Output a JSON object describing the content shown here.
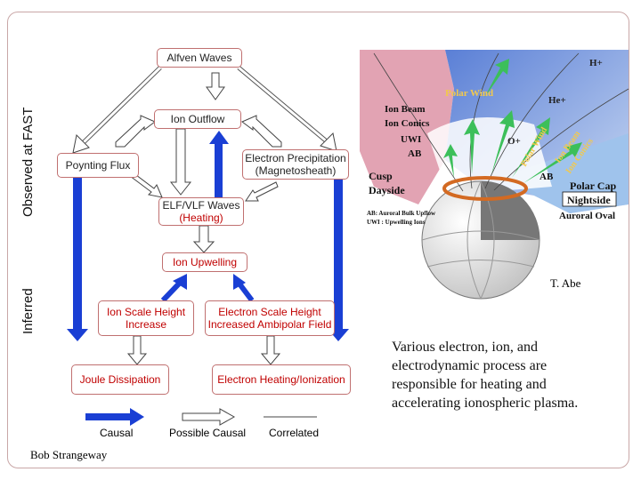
{
  "side_labels": {
    "observed": "Observed at FAST",
    "inferred": "Inferred"
  },
  "nodes": {
    "alfven": "Alfven Waves",
    "ion_outflow": "Ion Outflow",
    "poynting": "Poynting Flux",
    "electron_precip_1": "Electron Precipitation",
    "electron_precip_2": "(Magnetosheath)",
    "elf_1": "ELF/VLF Waves",
    "elf_2": "(Heating)",
    "ion_upwelling": "Ion Upwelling",
    "ion_scale_1": "Ion Scale Height",
    "ion_scale_2": "Increase",
    "electron_scale_1": "Electron Scale Height",
    "electron_scale_2": "Increased Ambipolar Field",
    "joule": "Joule Dissipation",
    "electron_heating": "Electron Heating/Ionization"
  },
  "legend": {
    "causal": "Causal",
    "possible": "Possible Causal",
    "correlated": "Correlated"
  },
  "credits": {
    "author": "Bob Strangeway",
    "figure_author": "T. Abe"
  },
  "caption": [
    "Various electron, ion, and",
    "electrodynamic process are",
    "responsible for heating and",
    "accelerating ionospheric plasma."
  ],
  "illustration": {
    "labels": {
      "h_plus": "H+",
      "polar_wind": "Polar Wind",
      "he_plus": "He+",
      "ion_beam": "Ion Beam",
      "ion_conics": "Ion Conics",
      "uwi": "UWI",
      "ab": "AB",
      "o_plus": "O+",
      "polar_wind_2": "Polar Wind",
      "ion_beam_2": "Ion Beam",
      "ion_conics_2": "Ion Conics",
      "cusp": "Cusp",
      "dayside": "Dayside",
      "ab_2": "AB",
      "polar_cap": "Polar Cap",
      "nightside": "Nightside",
      "auroral_oval": "Auroral Oval",
      "legend_ab": "AB: Auroral Bulk Upflow",
      "legend_uwi": "UWI : Upwelling Ions"
    }
  },
  "colors": {
    "causal": "#1a3fd4",
    "border": "#c07070",
    "red_text": "#c00000"
  }
}
